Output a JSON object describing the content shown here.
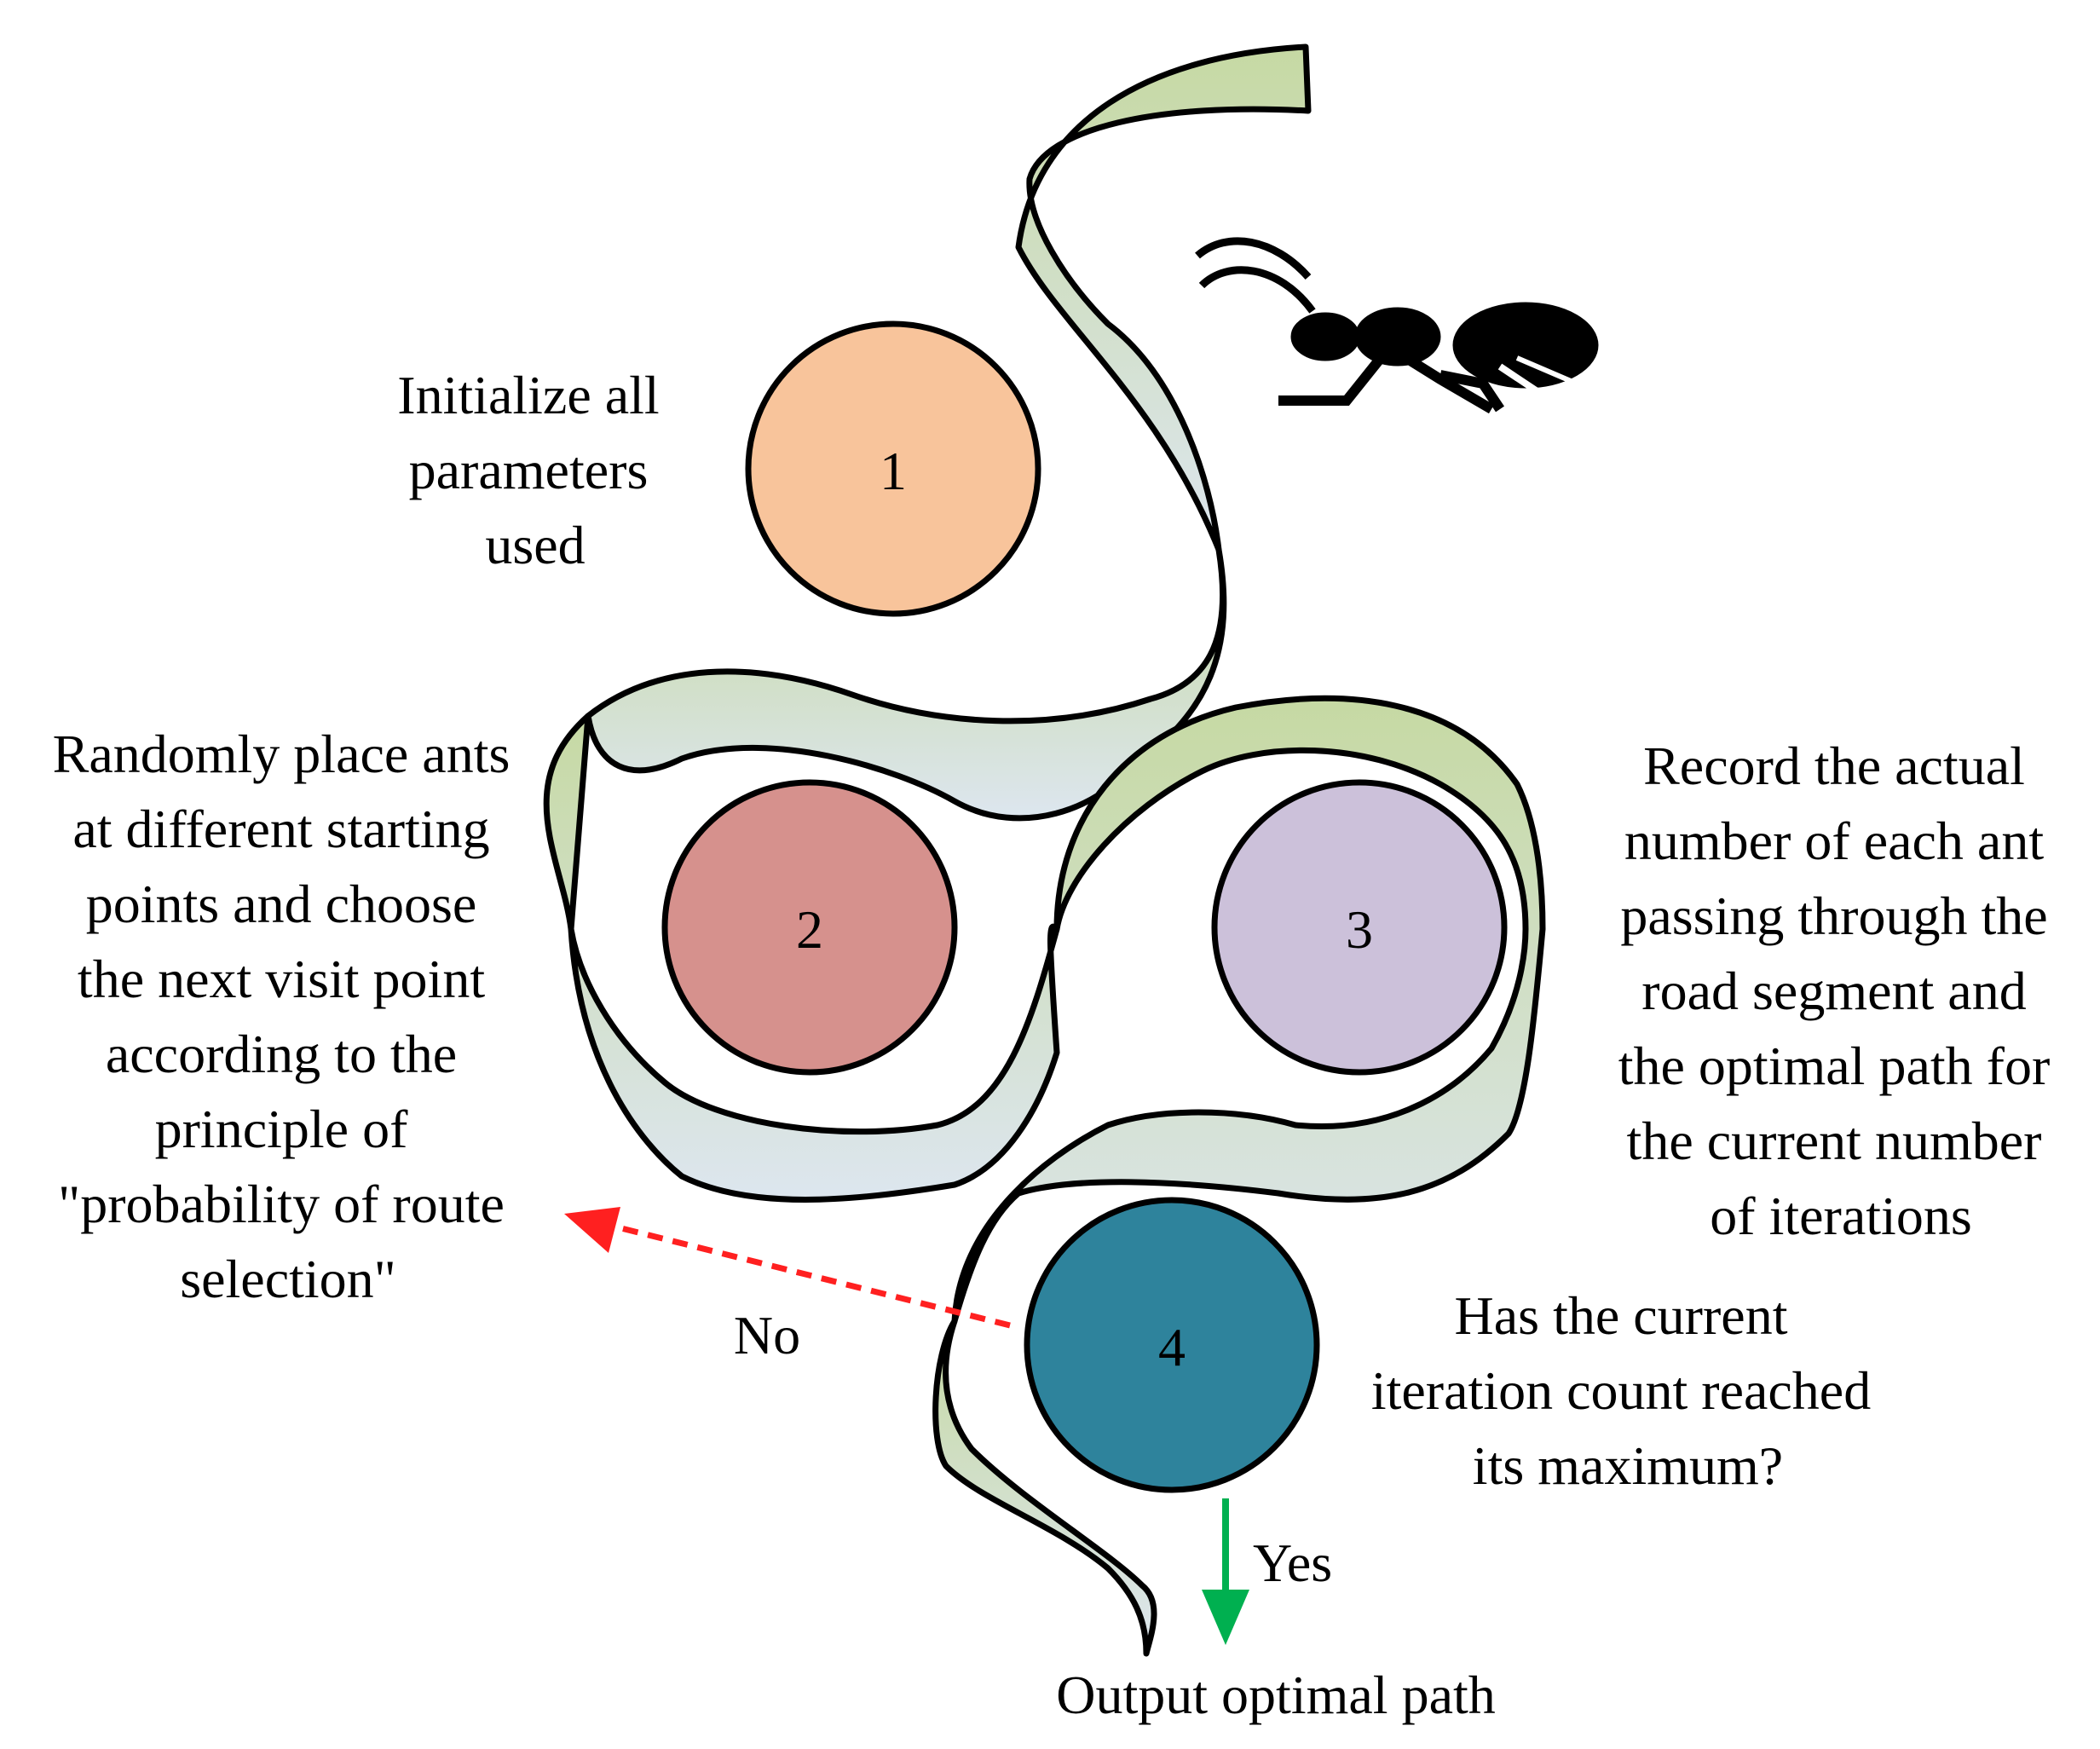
{
  "steps": [
    {
      "number": "1",
      "color": "#f8c49b",
      "text": [
        "Initialize all",
        "parameters",
        "used"
      ]
    },
    {
      "number": "2",
      "color": "#d6918d",
      "text": [
        "Randomly place ants",
        "at different starting",
        "points and choose",
        "the next visit point",
        "according to the",
        "principle of",
        "\"probability of route",
        "selection\""
      ]
    },
    {
      "number": "3",
      "color": "#ccc1da",
      "text": [
        "Record the actual",
        "number of each ant",
        "passing through the",
        "road segment and",
        "the optimal path for",
        "the current number",
        "of iterations"
      ]
    },
    {
      "number": "4",
      "color": "#2e839c",
      "text": [
        "Has the current",
        "iteration count reached",
        "its maximum?"
      ]
    }
  ],
  "branches": {
    "no": {
      "label": "No",
      "color": "#ff2020"
    },
    "yes": {
      "label": "Yes",
      "color": "#00b050"
    }
  },
  "output": "Output optimal path",
  "ribbon_colors": {
    "top": "#c6d9a3",
    "bottom": "#dde6ef"
  },
  "icons": [
    "ant-icon"
  ]
}
